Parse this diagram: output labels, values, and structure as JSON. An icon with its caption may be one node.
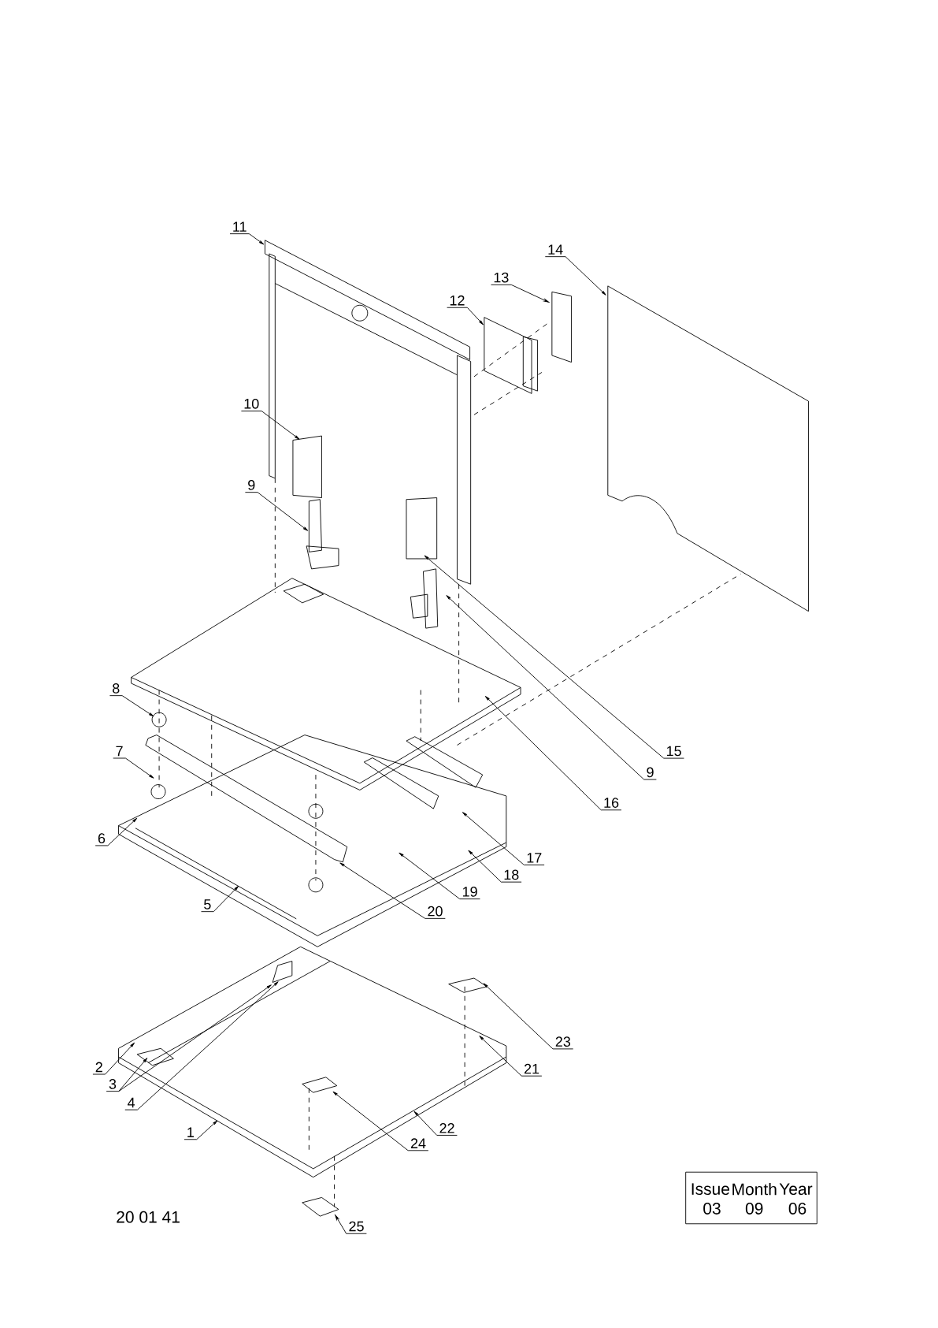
{
  "diagram": {
    "nodes": [
      {
        "text": [
          "11"
        ]
      },
      {
        "text": [
          "14"
        ]
      },
      {
        "text": [
          "13"
        ]
      },
      {
        "text": [
          "12"
        ]
      },
      {
        "text": [
          "10"
        ]
      },
      {
        "text": [
          "9"
        ]
      },
      {
        "text": [
          "8"
        ]
      },
      {
        "text": [
          "15"
        ]
      },
      {
        "text": [
          "9"
        ]
      },
      {
        "text": [
          "7"
        ]
      },
      {
        "text": [
          "16"
        ]
      },
      {
        "text": [
          "6"
        ]
      },
      {
        "text": [
          "17"
        ]
      },
      {
        "text": [
          "18"
        ]
      },
      {
        "text": [
          "19"
        ]
      },
      {
        "text": [
          "5"
        ]
      },
      {
        "text": [
          "20"
        ]
      },
      {
        "text": [
          "23"
        ]
      },
      {
        "text": [
          "2"
        ]
      },
      {
        "text": [
          "21"
        ]
      },
      {
        "text": [
          "3"
        ]
      },
      {
        "text": [
          "4"
        ]
      },
      {
        "text": [
          "22"
        ]
      },
      {
        "text": [
          "1"
        ]
      },
      {
        "text": [
          "24"
        ]
      },
      {
        "text": [
          "25"
        ]
      }
    ],
    "edges": [
      {
        "from": 0,
        "to": null,
        "arrow": "to"
      },
      {
        "from": 1,
        "to": null,
        "arrow": "to"
      },
      {
        "from": 2,
        "to": null,
        "arrow": "to"
      },
      {
        "from": 3,
        "to": null,
        "arrow": "to"
      },
      {
        "from": 4,
        "to": null,
        "arrow": "to"
      },
      {
        "from": 5,
        "to": null,
        "arrow": "to"
      },
      {
        "from": 6,
        "to": null,
        "arrow": "to"
      },
      {
        "from": 7,
        "to": null,
        "arrow": "to"
      },
      {
        "from": 8,
        "to": null,
        "arrow": "to"
      },
      {
        "from": 9,
        "to": null,
        "arrow": "to"
      },
      {
        "from": 10,
        "to": null,
        "arrow": "to"
      },
      {
        "from": 11,
        "to": null,
        "arrow": "to"
      },
      {
        "from": 12,
        "to": null,
        "arrow": "to"
      },
      {
        "from": 13,
        "to": null,
        "arrow": "to"
      },
      {
        "from": 14,
        "to": null,
        "arrow": "to"
      },
      {
        "from": 15,
        "to": null,
        "arrow": "to"
      },
      {
        "from": 16,
        "to": null,
        "arrow": "to"
      },
      {
        "from": 17,
        "to": null,
        "arrow": "to"
      },
      {
        "from": 18,
        "to": null,
        "arrow": "to"
      },
      {
        "from": 19,
        "to": null,
        "arrow": "to"
      },
      {
        "from": 20,
        "to": null,
        "arrow": "to"
      },
      {
        "from": 20,
        "to": null,
        "arrow": "to"
      },
      {
        "from": 21,
        "to": null,
        "arrow": "to"
      },
      {
        "from": 22,
        "to": null,
        "arrow": "to"
      },
      {
        "from": 23,
        "to": null,
        "arrow": "to"
      },
      {
        "from": 24,
        "to": null,
        "arrow": "to"
      },
      {
        "from": 25,
        "to": null,
        "arrow": "to"
      }
    ],
    "labels": [
      "20 01 41",
      "Issue",
      "Month",
      "Year",
      "03",
      "09",
      "06"
    ]
  }
}
